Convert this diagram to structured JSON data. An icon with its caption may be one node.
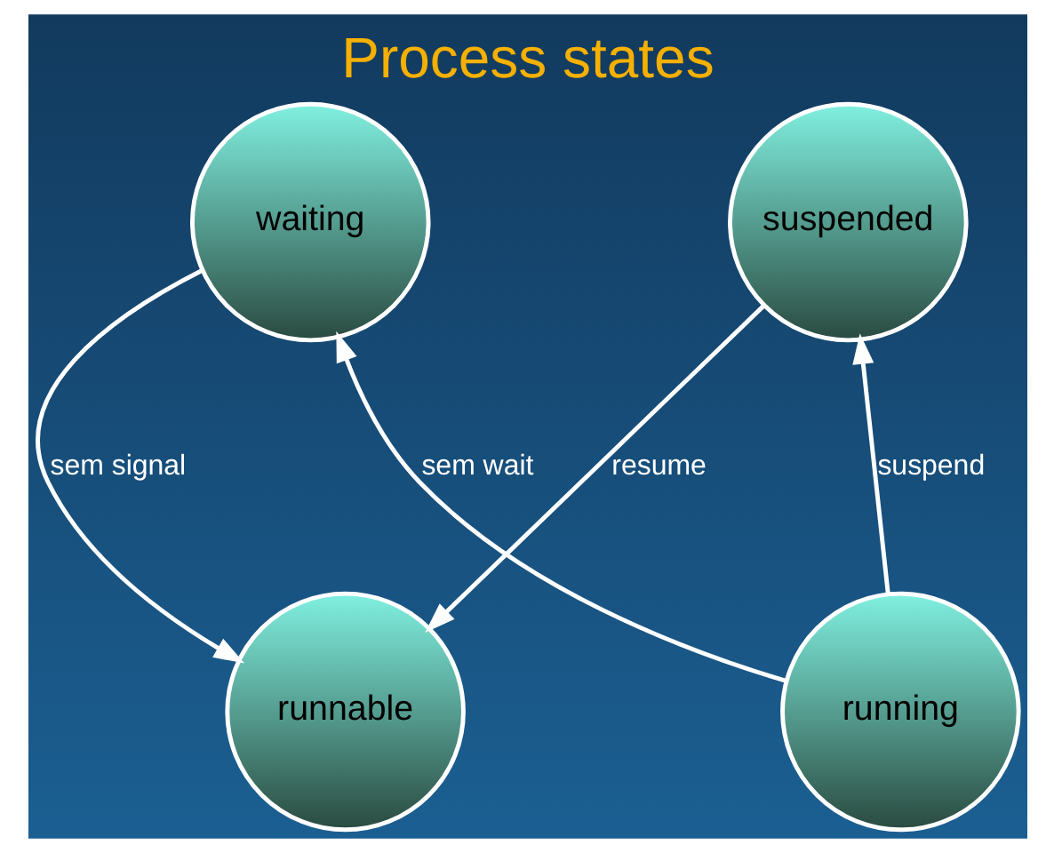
{
  "diagram": {
    "title": "Process states",
    "nodes": [
      {
        "text": [
          "waiting"
        ]
      },
      {
        "text": [
          "suspended"
        ]
      },
      {
        "text": [
          "runnable"
        ]
      },
      {
        "text": [
          "running"
        ]
      }
    ],
    "edges": [
      {
        "from": 0,
        "to": 2,
        "arrow": "to",
        "label": "sem signal"
      },
      {
        "from": 3,
        "to": 0,
        "arrow": "to",
        "label": "sem wait"
      },
      {
        "from": 1,
        "to": 2,
        "arrow": "to",
        "label": "resume"
      },
      {
        "from": 3,
        "to": 1,
        "arrow": "to",
        "label": "suspend"
      }
    ]
  }
}
